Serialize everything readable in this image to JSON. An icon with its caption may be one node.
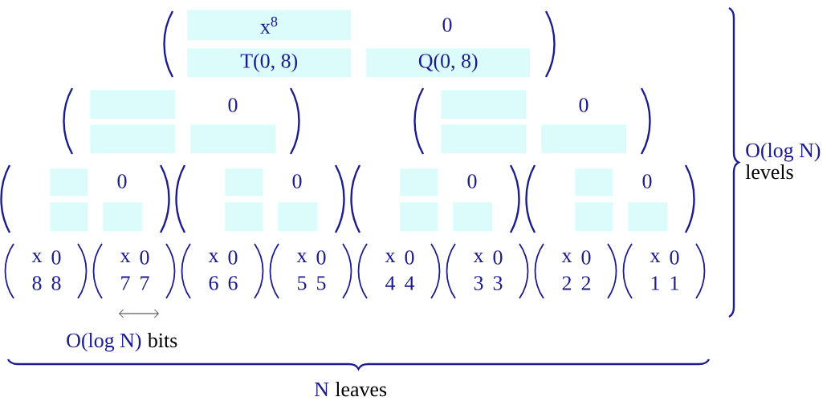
{
  "diagram": {
    "nodes": [
      {
        "text": [
          "0"
        ]
      },
      {
        "text": [
          "x$^{8}$"
        ],
        "in": 0
      },
      {
        "text": [
          "T(0, 8)"
        ],
        "in": 0
      },
      {
        "text": [
          "Q(0, 8)"
        ],
        "in": 0
      },
      {
        "text": [
          "0"
        ]
      },
      {
        "text": [],
        "shape": "box",
        "in": 4
      },
      {
        "text": [],
        "shape": "box",
        "in": 4
      },
      {
        "text": [],
        "shape": "box",
        "in": 4
      },
      {
        "text": [
          "0"
        ]
      },
      {
        "text": [],
        "shape": "box",
        "in": 8
      },
      {
        "text": [],
        "shape": "box",
        "in": 8
      },
      {
        "text": [],
        "shape": "box",
        "in": 8
      },
      {
        "text": [
          "0"
        ]
      },
      {
        "text": [],
        "shape": "box",
        "in": 12
      },
      {
        "text": [],
        "shape": "box",
        "in": 12
      },
      {
        "text": [],
        "shape": "box",
        "in": 12
      },
      {
        "text": [
          "0"
        ]
      },
      {
        "text": [],
        "shape": "box",
        "in": 16
      },
      {
        "text": [],
        "shape": "box",
        "in": 16
      },
      {
        "text": [],
        "shape": "box",
        "in": 16
      },
      {
        "text": [
          "0"
        ]
      },
      {
        "text": [],
        "shape": "box",
        "in": 20
      },
      {
        "text": [],
        "shape": "box",
        "in": 20
      },
      {
        "text": [],
        "shape": "box",
        "in": 20
      },
      {
        "text": [
          "0"
        ]
      },
      {
        "text": [],
        "shape": "box",
        "in": 24
      },
      {
        "text": [],
        "shape": "box",
        "in": 24
      },
      {
        "text": [],
        "shape": "box",
        "in": 24
      },
      {
        "text": [
          "x",
          "0",
          "8",
          "8"
        ]
      },
      {
        "text": [
          "x",
          "0",
          "7",
          "7"
        ]
      },
      {
        "text": [
          "x",
          "0",
          "6",
          "6"
        ]
      },
      {
        "text": [
          "x",
          "0",
          "5",
          "5"
        ]
      },
      {
        "text": [
          "x",
          "0",
          "4",
          "4"
        ]
      },
      {
        "text": [
          "x",
          "0",
          "3",
          "3"
        ]
      },
      {
        "text": [
          "x",
          "0",
          "2",
          "2"
        ]
      },
      {
        "text": [
          "x",
          "0",
          "1",
          "1"
        ]
      }
    ],
    "labels": [
      "O(log N)",
      "levels",
      "O(log N)",
      "bits",
      "N",
      "leaves"
    ]
  }
}
